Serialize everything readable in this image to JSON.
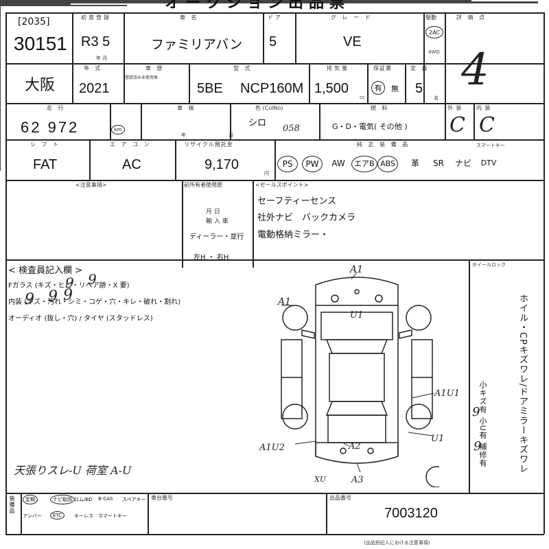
{
  "header": {
    "title": "オークション出品票"
  },
  "row1": {
    "lot_tag": "[2035]",
    "lot_number": "30151",
    "year_label": "初度登録",
    "year_value": "R3  5",
    "year_unit": "年  月",
    "car_name_label": "車  名",
    "car_name": "ファミリアバン",
    "doors_label": "ドア",
    "doors": "5",
    "grade_label": "グ レ ー ド",
    "grade": "VE",
    "drive_label": "駆動",
    "drive_value": "2AC",
    "drive_sub": "4WD",
    "score_label": "評 価 点",
    "score": "4"
  },
  "row2": {
    "venue": "大阪",
    "model_year_label": "年 式",
    "model_year": "2021",
    "chassis_label": "車 歴",
    "chassis_note": "登録済み未使用車",
    "model_label": "型  式",
    "model_prefix": "5BE",
    "model_code": "NCP160M",
    "displacement_label": "排気量",
    "displacement": "1,500",
    "displacement_unit": "cc",
    "warranty_label": "保証書",
    "warranty_yes": "有",
    "warranty_no": "無",
    "capacity_label": "定 員",
    "capacity": "5",
    "capacity_unit": "名"
  },
  "row3": {
    "mileage_label": "走 行",
    "mileage": "62 972",
    "mileage_unit": "km",
    "inspection_label": "車 検",
    "inspection_unit": "年  月",
    "color_label": "色 (ColNo)",
    "color": "シロ",
    "color_no": "058",
    "fuel_label": "燃 料",
    "fuel_options": "G・D・電気(   その他  )",
    "exterior_label": "外 装",
    "exterior": "C",
    "interior_label": "内 装",
    "interior": "C"
  },
  "row4": {
    "shift_label": "シ フ ト",
    "shift": "FAT",
    "ac_label": "エ ア コ ン",
    "ac": "AC",
    "recycle_label": "リサイクル預託金",
    "recycle": "9,170",
    "recycle_unit": "円",
    "equip_label": "純 正 装 備 品",
    "equipment": [
      "PS",
      "PW",
      "AW",
      "エアB",
      "ABS",
      "革",
      "SR",
      "ナビ",
      "DTV"
    ],
    "equip_circled": [
      true,
      true,
      false,
      true,
      true,
      false,
      false,
      false,
      false
    ],
    "keyless_label": "スマートキー"
  },
  "notes": {
    "caution_label": "<注意事項>",
    "history_label": "前所有者使用歴",
    "month_day": "月    日",
    "import_label": "輸 入 車",
    "import_dealer": "ディーラー・並行",
    "steering": "左H  ・  右H",
    "sales_label": "<セールスポイント>",
    "sales_points": [
      "セーフティーセンス",
      "社外ナビ　バックカメラ",
      "電動格納ミラー・"
    ]
  },
  "inspection": {
    "title": "< 検査員記入欄 >",
    "lines": [
      "Fガラス (キズ・ヒビ・リペア跡・X 要)",
      "内装 (キズ・汚れ・シミ・コゲ・穴・キレ・破れ・割れ)",
      "オーディオ (抜し・穴) / タイヤ (スタッドレス)"
    ],
    "handwritten_note": "天張りスレ-U    荷室 A-U",
    "wheel_lock_label": "ホイールロック",
    "side_text": "ホイル・CPキズワレ/ドアミラーキズワレ",
    "side_text2": "小キズ有 小U有 補修有"
  },
  "damage": {
    "marks": [
      "A1",
      "A1",
      "U1",
      "A1U1",
      "U1",
      "A1U2",
      "A2",
      "A3",
      "XU"
    ]
  },
  "bottom": {
    "opt_row1": [
      "定期",
      "ナビ取説",
      "ロム/BD",
      "B-CAS",
      "スペアキー"
    ],
    "opt_row2": [
      "アンバー",
      "ETC",
      "キーレス",
      "スマートキー"
    ],
    "reg_label": "車台番号",
    "frame_label": "出品番号",
    "frame_number": "7003120",
    "footer_note": "(出品別記入における注意事項)"
  }
}
